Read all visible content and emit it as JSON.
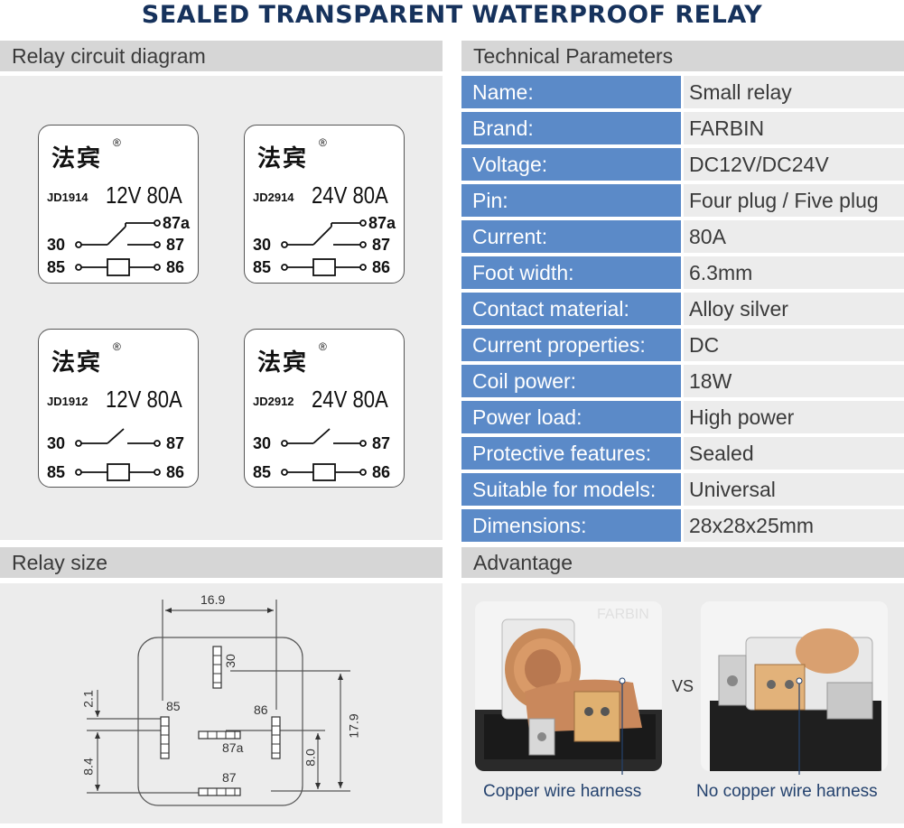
{
  "title": "SEALED TRANSPARENT WATERPROOF RELAY",
  "sections": {
    "circuit": "Relay circuit diagram",
    "params": "Technical Parameters",
    "size": "Relay size",
    "advantage": "Advantage"
  },
  "cards": [
    {
      "brand": "法宾",
      "reg": "®",
      "model": "JD1914",
      "spec": "12V 80A",
      "pins": [
        "87a",
        "30",
        "87",
        "85",
        "86"
      ]
    },
    {
      "brand": "法宾",
      "reg": "®",
      "model": "JD2914",
      "spec": "24V 80A",
      "pins": [
        "87a",
        "30",
        "87",
        "85",
        "86"
      ]
    },
    {
      "brand": "法宾",
      "reg": "®",
      "model": "JD1912",
      "spec": "12V 80A",
      "pins": [
        "30",
        "87",
        "85",
        "86"
      ]
    },
    {
      "brand": "法宾",
      "reg": "®",
      "model": "JD2912",
      "spec": "24V 80A",
      "pins": [
        "30",
        "87",
        "85",
        "86"
      ]
    }
  ],
  "params": [
    {
      "key": "Name:",
      "value": "Small relay"
    },
    {
      "key": "Brand:",
      "value": "FARBIN"
    },
    {
      "key": "Voltage:",
      "value": "DC12V/DC24V"
    },
    {
      "key": "Pin:",
      "value": "Four plug / Five plug"
    },
    {
      "key": "Current:",
      "value": "80A"
    },
    {
      "key": "Foot width:",
      "value": "6.3mm"
    },
    {
      "key": "Contact material:",
      "value": "Alloy silver"
    },
    {
      "key": "Current properties:",
      "value": "DC"
    },
    {
      "key": "Coil power:",
      "value": "18W"
    },
    {
      "key": "Power load:",
      "value": "High power"
    },
    {
      "key": "Protective features:",
      "value": "Sealed"
    },
    {
      "key": "Suitable for models:",
      "value": "Universal"
    },
    {
      "key": "Dimensions:",
      "value": "28x28x25mm"
    }
  ],
  "size_diagram": {
    "top": "16.9",
    "right": "17.9",
    "left_upper": "2.1",
    "left_lower": "8.4",
    "mid": "8.0",
    "pins": [
      "30",
      "85",
      "86",
      "87a",
      "87"
    ]
  },
  "advantage": {
    "watermark": "FARBIN",
    "vs": "VS",
    "left_caption": "Copper wire harness",
    "right_caption": "No copper wire harness"
  },
  "colors": {
    "title": "#16325c",
    "key_bg": "#5b8ac8",
    "value_bg": "#ececec",
    "header_bg": "#d6d6d6",
    "caption": "#24426e"
  }
}
